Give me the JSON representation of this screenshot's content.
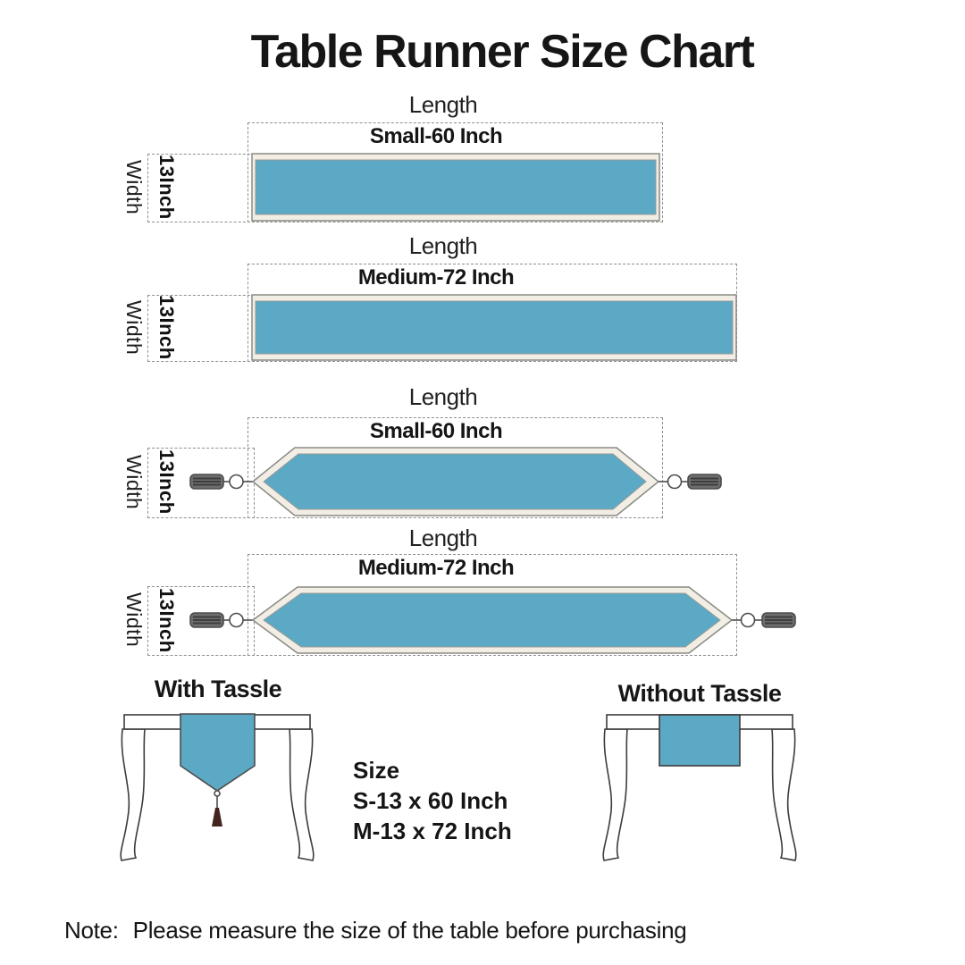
{
  "title": "Table Runner Size Chart",
  "rows": [
    {
      "length_label": "Length",
      "size_label": "Small-60 Inch",
      "width_label": "Width",
      "width_value": "13Inch"
    },
    {
      "length_label": "Length",
      "size_label": "Medium-72 Inch",
      "width_label": "Width",
      "width_value": "13Inch"
    },
    {
      "length_label": "Length",
      "size_label": "Small-60 Inch",
      "width_label": "Width",
      "width_value": "13Inch"
    },
    {
      "length_label": "Length",
      "size_label": "Medium-72 Inch",
      "width_label": "Width",
      "width_value": "13Inch"
    }
  ],
  "tables": {
    "with_tassle_label": "With Tassle",
    "without_tassle_label": "Without Tassle"
  },
  "size_info": {
    "heading": "Size",
    "lines": [
      "S-13 x 60 Inch",
      "M-13 x 72 Inch"
    ]
  },
  "note": {
    "label": "Note:",
    "text": "Please measure the size of the table before purchasing"
  },
  "colors": {
    "runner_fill": "#5ba9c4",
    "runner_trim": "#f2eee6",
    "runner_edge": "#8a8a84",
    "tassel_gray": "#6e6e6e",
    "tassel_stripe": "#3d3d3d",
    "table_tassel": "#44241f",
    "outline": "#3c3c3c"
  }
}
